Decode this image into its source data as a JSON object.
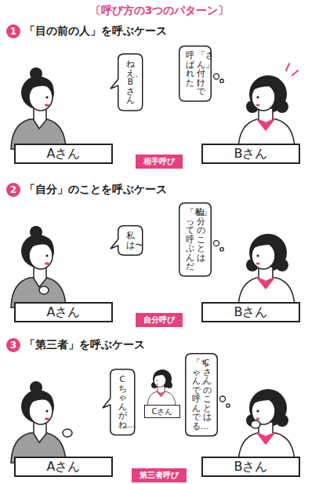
{
  "diagram": {
    "title": "〔呼び方の3つのパターン〕",
    "nodes": [
      {
        "text": [
          "1",
          "「目の前の人」を呼ぶケース"
        ]
      },
      {
        "text": [
          "ねえ、Bさん"
        ]
      },
      {
        "text": [
          "「さん」付けで 呼ばれた！"
        ]
      },
      {
        "text": [
          "Aさん"
        ]
      },
      {
        "text": [
          "相手呼び"
        ]
      },
      {
        "text": [
          "Bさん"
        ]
      },
      {
        "text": [
          "2",
          "「自分」のことを呼ぶケース"
        ]
      },
      {
        "text": [
          "私は〜"
        ]
      },
      {
        "text": [
          "自分のことは 「私」って呼ぶんだ"
        ]
      },
      {
        "text": [
          "Aさん"
        ]
      },
      {
        "text": [
          "自分呼び"
        ]
      },
      {
        "text": [
          "Bさん"
        ]
      },
      {
        "text": [
          "3",
          "「第三者」を呼ぶケース"
        ]
      },
      {
        "text": [
          "Cちゃんがね…"
        ]
      },
      {
        "text": [
          "Cさん"
        ]
      },
      {
        "text": [
          "Cさんのことは 「ちゃん」で呼んでる…"
        ]
      },
      {
        "text": [
          "Aさん"
        ]
      },
      {
        "text": [
          "第三者呼び"
        ]
      },
      {
        "text": [
          "Bさん"
        ]
      }
    ]
  }
}
